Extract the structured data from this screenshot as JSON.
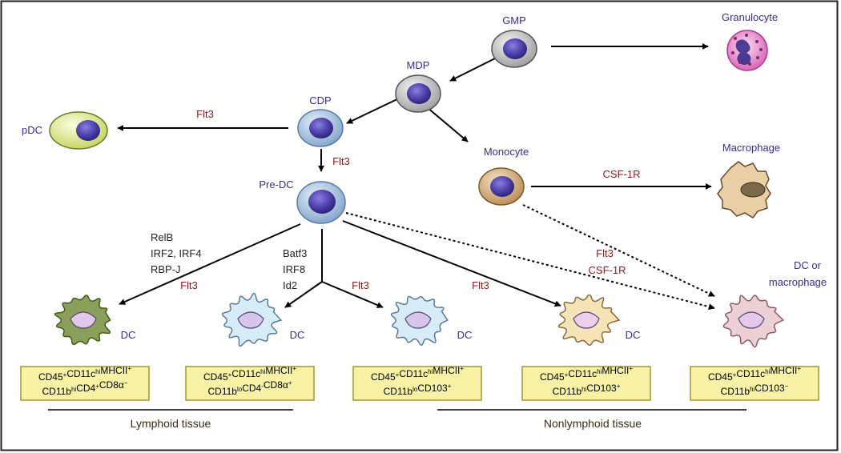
{
  "nodes": {
    "gmp": "GMP",
    "mdp": "MDP",
    "cdp": "CDP",
    "pdc": "pDC",
    "predc": "Pre-DC",
    "monocyte": "Monocyte",
    "granulocyte": "Granulocyte",
    "macrophage": "Macrophage",
    "dc1": "DC",
    "dc2": "DC",
    "dc3": "DC",
    "dc4": "DC",
    "dc5_line1": "DC or",
    "dc5_line2": "macrophage"
  },
  "factors": {
    "flt3_pdc": "Flt3",
    "flt3_cdp": "Flt3",
    "csf1r_macro": "CSF-1R",
    "flt3_dc1": "Flt3",
    "flt3_dc3": "Flt3",
    "flt3_dc4": "Flt3",
    "flt3_dc5": "Flt3",
    "csf1r_dc5": "CSF-1R"
  },
  "transcription_factors": {
    "relb": "RelB",
    "irf24": "IRF2, IRF4",
    "rbpj": "RBP-J",
    "batf3": "Batf3",
    "irf8": "IRF8",
    "id2": "Id2"
  },
  "markers": [
    {
      "line1": [
        {
          "t": "CD45"
        },
        {
          "t": "+",
          "sup": true
        },
        {
          "t": "CD11c"
        },
        {
          "t": "hi",
          "sup": true
        },
        {
          "t": "MHCII"
        },
        {
          "t": "+",
          "sup": true
        }
      ],
      "line2": [
        {
          "t": "CD11b"
        },
        {
          "t": "hi",
          "sup": true
        },
        {
          "t": "CD4"
        },
        {
          "t": "+",
          "sup": true
        },
        {
          "t": "CD8α"
        },
        {
          "t": "−",
          "sup": true
        }
      ]
    },
    {
      "line1": [
        {
          "t": "CD45"
        },
        {
          "t": "+",
          "sup": true
        },
        {
          "t": "CD11c"
        },
        {
          "t": "hi",
          "sup": true
        },
        {
          "t": "MHCII"
        },
        {
          "t": "+",
          "sup": true
        }
      ],
      "line2": [
        {
          "t": "CD11b"
        },
        {
          "t": "lo",
          "sup": true
        },
        {
          "t": "CD4"
        },
        {
          "t": "-",
          "sup": true
        },
        {
          "t": "CD8α"
        },
        {
          "t": "+",
          "sup": true
        }
      ]
    },
    {
      "line1": [
        {
          "t": "CD45"
        },
        {
          "t": "+",
          "sup": true
        },
        {
          "t": "CD11c"
        },
        {
          "t": "hi",
          "sup": true
        },
        {
          "t": "MHCII"
        },
        {
          "t": "+",
          "sup": true
        }
      ],
      "line2": [
        {
          "t": "CD11b"
        },
        {
          "t": "lo",
          "sup": true
        },
        {
          "t": "CD103"
        },
        {
          "t": "+",
          "sup": true
        }
      ]
    },
    {
      "line1": [
        {
          "t": "CD45"
        },
        {
          "t": "+",
          "sup": true
        },
        {
          "t": "CD11c"
        },
        {
          "t": "hi",
          "sup": true
        },
        {
          "t": "MHCII"
        },
        {
          "t": "+",
          "sup": true
        }
      ],
      "line2": [
        {
          "t": "CD11b"
        },
        {
          "t": "hi",
          "sup": true
        },
        {
          "t": "CD103"
        },
        {
          "t": "+",
          "sup": true
        }
      ]
    },
    {
      "line1": [
        {
          "t": "CD45"
        },
        {
          "t": "+",
          "sup": true
        },
        {
          "t": "CD11c"
        },
        {
          "t": "hi",
          "sup": true
        },
        {
          "t": "MHCII"
        },
        {
          "t": "+",
          "sup": true
        }
      ],
      "line2": [
        {
          "t": "CD11b"
        },
        {
          "t": "hi",
          "sup": true
        },
        {
          "t": "CD103"
        },
        {
          "t": "−",
          "sup": true
        }
      ]
    }
  ],
  "tissues": {
    "lymphoid": "Lymphoid tissue",
    "nonlymphoid": "Nonlymphoid tissue"
  },
  "colors": {
    "node_label": "#3a2e8c",
    "factor_label": "#8b1a1a",
    "marker_box_fill": "#f7f2a6",
    "marker_box_stroke": "#a09a2a",
    "cdc1_green": "#8aa05a",
    "light_blue": "#d6ecf6",
    "peach": "#f7e3b8",
    "pink": "#ecd0d6",
    "granulocyte": "#e07ac0",
    "macrophage": "#e8cfa6",
    "nucleus": "#4a3ea8"
  }
}
